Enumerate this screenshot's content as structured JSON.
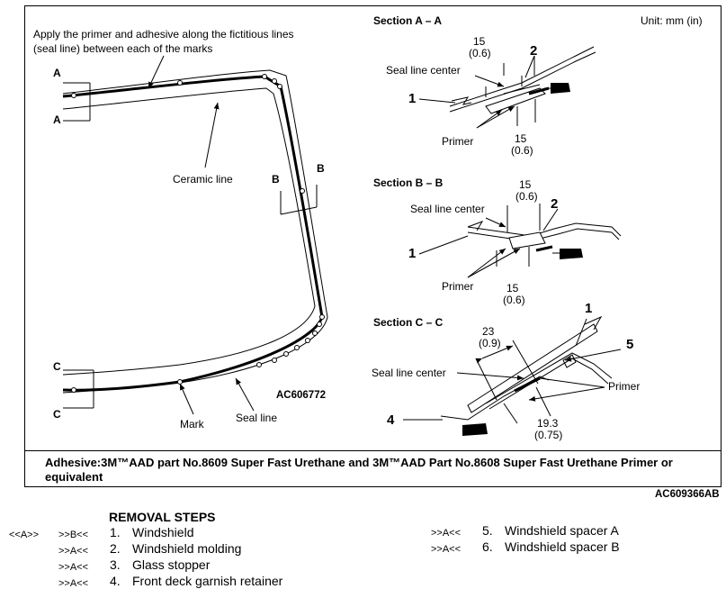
{
  "figure": {
    "unit": "Unit: mm (in)",
    "instruction_line1": "Apply the primer and adhesive along the fictitious lines",
    "instruction_line2": "(seal line) between each of the marks",
    "labels": {
      "ceramic_line": "Ceramic line",
      "mark": "Mark",
      "seal_line": "Seal line",
      "fig_code": "AC606772",
      "A": "A",
      "B": "B",
      "C": "C"
    },
    "section_a": {
      "title": "Section A – A",
      "dim_top_mm": "15",
      "dim_top_in": "(0.6)",
      "dim_bot_mm": "15",
      "dim_bot_in": "(0.6)",
      "seal_line_center": "Seal line center",
      "primer": "Primer",
      "n1": "1",
      "n2": "2"
    },
    "section_b": {
      "title": "Section B – B",
      "dim_top_mm": "15",
      "dim_top_in": "(0.6)",
      "dim_bot_mm": "15",
      "dim_bot_in": "(0.6)",
      "seal_line_center": "Seal line center",
      "primer": "Primer",
      "n1": "1",
      "n2": "2"
    },
    "section_c": {
      "title": "Section C – C",
      "dim_top_mm": "23",
      "dim_top_in": "(0.9)",
      "dim_bot_mm": "19.3",
      "dim_bot_in": "(0.75)",
      "seal_line_center": "Seal line center",
      "primer": "Primer",
      "n1": "1",
      "n4": "4",
      "n5": "5"
    },
    "adhesive_note": "Adhesive:3M™AAD part No.8609 Super Fast Urethane and 3M™AAD Part No.8608 Super Fast Urethane Primer or equivalent",
    "figure_code": "AC609366AB"
  },
  "removal": {
    "heading": "REMOVAL STEPS",
    "steps": [
      {
        "pre": "<<A>>",
        "ref": ">>B<<",
        "num": "1.",
        "text": "Windshield"
      },
      {
        "pre": "",
        "ref": ">>A<<",
        "num": "2.",
        "text": "Windshield molding"
      },
      {
        "pre": "",
        "ref": ">>A<<",
        "num": "3.",
        "text": "Glass stopper"
      },
      {
        "pre": "",
        "ref": ">>A<<",
        "num": "4.",
        "text": "Front deck garnish retainer"
      },
      {
        "pre": "",
        "ref": ">>A<<",
        "num": "5.",
        "text": "Windshield spacer A"
      },
      {
        "pre": "",
        "ref": ">>A<<",
        "num": "6.",
        "text": "Windshield spacer B"
      }
    ]
  }
}
